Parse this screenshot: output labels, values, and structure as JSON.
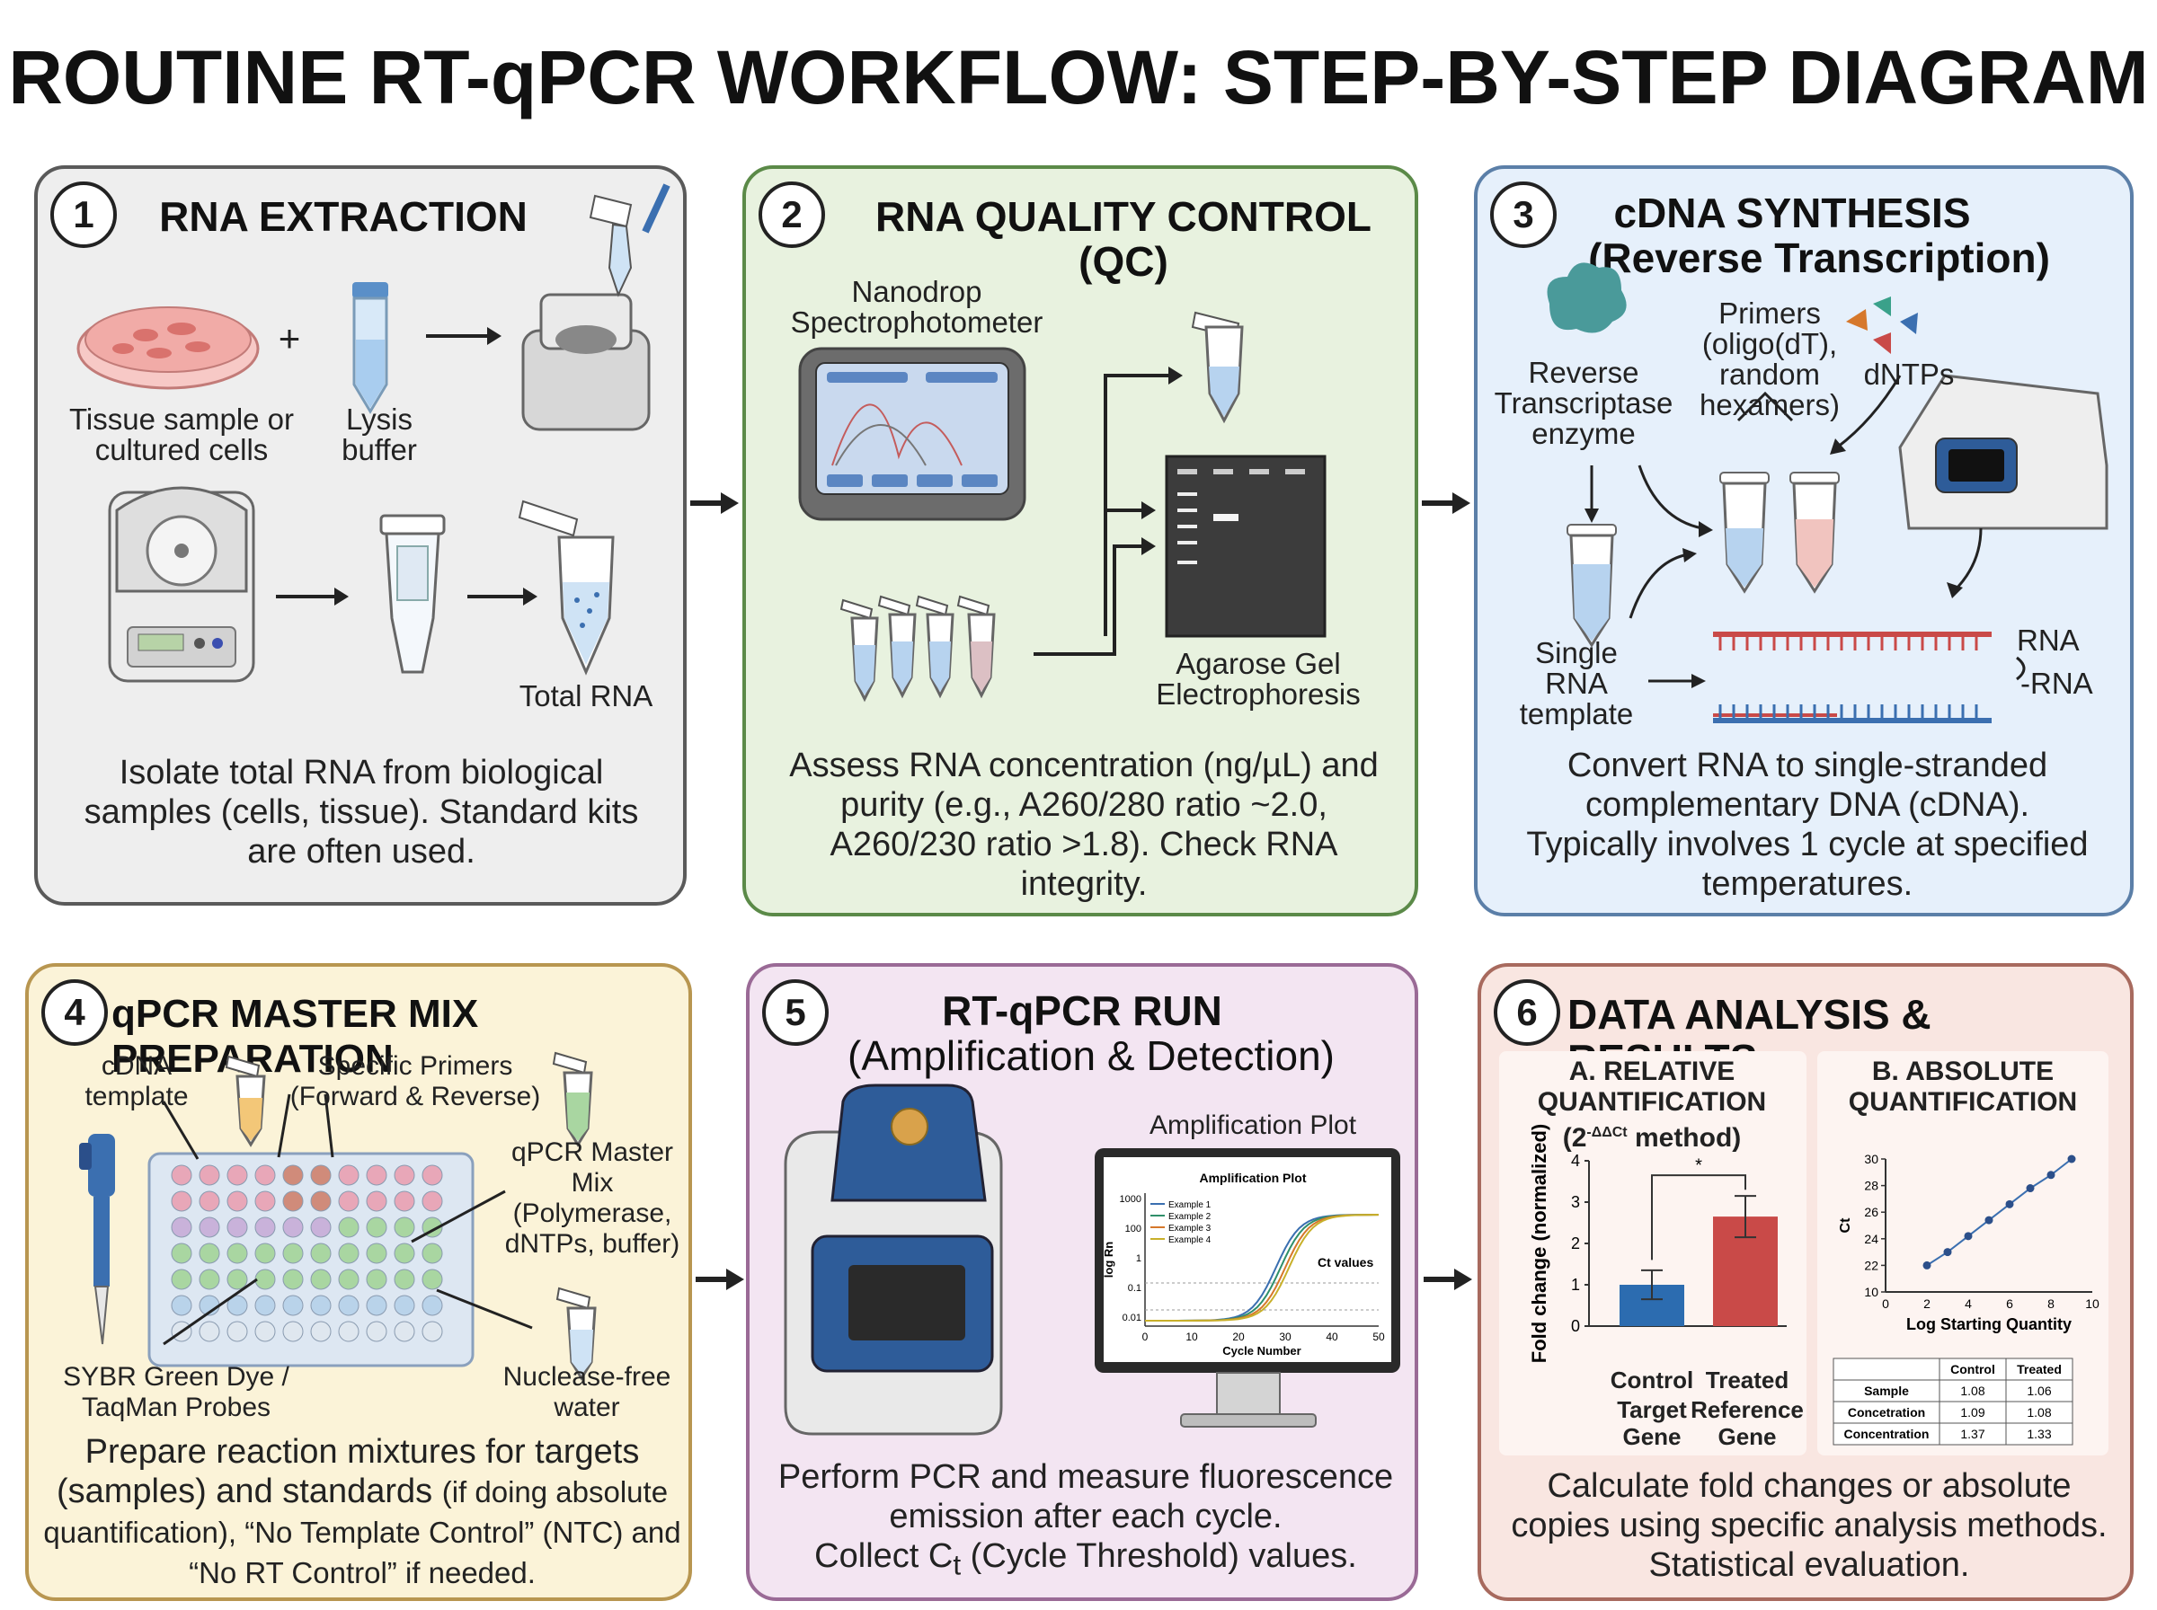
{
  "title": "ROUTINE RT-qPCR WORKFLOW: STEP-BY-STEP DIAGRAM",
  "steps": [
    {
      "num": "1",
      "title": "RNA EXTRACTION",
      "labels": {
        "tissue": "Tissue sample or cultured cells",
        "plus": "+",
        "lysis": "Lysis buffer",
        "total_rna": "Total RNA"
      },
      "description": "Isolate total RNA from biological samples (cells, tissue). Standard kits are often used."
    },
    {
      "num": "2",
      "title": "RNA QUALITY CONTROL (QC)",
      "labels": {
        "nanodrop": "Nanodrop Spectrophotometer",
        "gel": "Agarose Gel Electrophoresis"
      },
      "description": "Assess RNA concentration (ng/µL) and purity (e.g., A260/280 ratio ~2.0, A260/230 ratio >1.8). Check RNA integrity."
    },
    {
      "num": "3",
      "title": "cDNA SYNTHESIS",
      "subtitle": "(Reverse Transcription)",
      "labels": {
        "enzyme": "Reverse Transcriptase enzyme",
        "primers": "Primers (oligo(dT), random hexamers)",
        "dntps": "dNTPs",
        "template": "Single RNA template",
        "rna1": "RNA",
        "rna2": "-RNA"
      },
      "description": "Convert RNA to single-stranded complementary DNA (cDNA). Typically involves 1 cycle at specified temperatures."
    },
    {
      "num": "4",
      "title": "qPCR MASTER MIX PREPARATION",
      "labels": {
        "cdna": "cDNA template",
        "primers": "Specific Primers",
        "primers_sub": "(Forward & Reverse)",
        "mastermix": "qPCR Master Mix",
        "mastermix_sub": "(Polymerase, dNTPs, buffer)",
        "sybr": "SYBR Green Dye / TaqMan Probes",
        "water": "Nuclease-free water"
      },
      "description_main": "Prepare reaction mixtures for targets (samples) and standards",
      "description_small": "(if doing absolute quantification), “No Template Control” (NTC) and “No RT Control” if needed."
    },
    {
      "num": "5",
      "title": "RT-qPCR RUN",
      "subtitle": "(Amplification & Detection)",
      "labels": {
        "plot_caption": "Amplification Plot",
        "inner_title": "Amplification Plot",
        "ct_values": "Ct values",
        "xlabel": "Cycle Number",
        "ylabel": "log Rn"
      },
      "description_1": "Perform PCR and measure fluorescence emission after each cycle.",
      "description_2": "Collect C",
      "description_sub": "t",
      "description_3": " (Cycle Threshold) values."
    },
    {
      "num": "6",
      "title": "DATA ANALYSIS & RESULTS",
      "rel": {
        "title": "A. RELATIVE QUANTIFICATION",
        "method": "(2",
        "method_sup": "-ΔΔCt",
        "method_end": " method)",
        "ylabel": "Fold change (normalized)",
        "sig": "*",
        "cat1": "Control",
        "cat2": "Treated",
        "sub1": "Target Gene",
        "sub2": "Reference Gene"
      },
      "abs": {
        "title": "B. ABSOLUTE QUANTIFICATION",
        "ylabel": "Ct",
        "xlabel": "Log Starting Quantity"
      },
      "description": "Calculate fold changes or absolute copies using specific analysis methods. Statistical evaluation."
    }
  ],
  "chart_data": [
    {
      "type": "line",
      "title": "Amplification Plot",
      "xlabel": "Cycle Number",
      "ylabel": "log Rn",
      "x_ticks": [
        0,
        10,
        20,
        30,
        40,
        50
      ],
      "y_ticks": [
        "1000",
        "100",
        "1",
        "0.1",
        "0.01"
      ],
      "legend": [
        "Example 1",
        "Example 2",
        "Example 3",
        "Example 4"
      ],
      "series_colors": [
        "#3a6fb0",
        "#2f8f6a",
        "#d6782b",
        "#c8b02a"
      ],
      "ct_label": "Ct values"
    },
    {
      "type": "bar",
      "categories": [
        "Control",
        "Treated"
      ],
      "values": [
        1.0,
        2.65
      ],
      "errors": [
        0.35,
        0.5
      ],
      "colors": [
        "#2c6cb0",
        "#c94a48"
      ],
      "ylabel": "Fold change (normalized)",
      "ylim": [
        0,
        4
      ],
      "y_ticks": [
        0,
        1,
        2,
        3,
        4
      ]
    },
    {
      "type": "scatter",
      "xlabel": "Log Starting Quantity",
      "ylabel": "Ct",
      "x": [
        2,
        3,
        4,
        5,
        6,
        7,
        8,
        9
      ],
      "y": [
        22,
        23,
        24.2,
        25.4,
        26.6,
        27.8,
        28.8,
        30
      ],
      "xlim": [
        0,
        10
      ],
      "ylim": [
        20,
        30
      ],
      "x_ticks": [
        0,
        2,
        4,
        6,
        8,
        10
      ],
      "y_ticks": [
        10,
        22,
        24,
        26,
        28,
        30
      ],
      "table": {
        "headers": [
          "",
          "Control",
          "Treated"
        ],
        "rows": [
          [
            "Sample",
            "1.08",
            "1.06"
          ],
          [
            "Concetration",
            "1.09",
            "1.08"
          ],
          [
            "Concentration",
            "1.37",
            "1.33"
          ]
        ]
      }
    }
  ]
}
